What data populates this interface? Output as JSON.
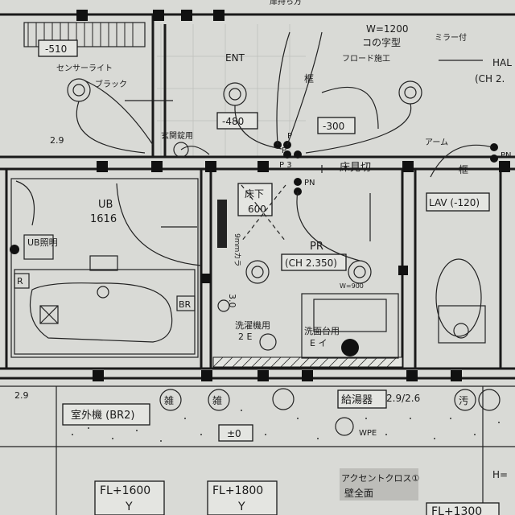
{
  "title": "",
  "colors": {
    "paper": "#d9dad6",
    "ink": "#1a1a1a",
    "accent_label": "#bdbdb9"
  },
  "labels": {
    "door_note": "扉持ち方",
    "width": "W=1200",
    "ko_shape": "コの字型",
    "flood": "フロード施工",
    "mirror": "ミラー付",
    "hall": "HAL",
    "hall_ceiling": "(CH 2.",
    "minus510": "-510",
    "sensor": "センサーライト",
    "bracket": "ブラック",
    "ent": "ENT",
    "minus480": "-480",
    "minus300": "-300",
    "frame": "框",
    "frame2": "框",
    "entrance_lock": "玄関錠用",
    "h29": "2.9",
    "p1": "P",
    "p2": "P",
    "p3": "P 3",
    "arm": "アーム",
    "pn1": "PN",
    "pn2": "PN",
    "floor_trim": "床見切",
    "ub": "UB",
    "ub_size": "1616",
    "ub_light": "UB照明",
    "r": "R",
    "br": "BR",
    "under_floor": "床下",
    "under_floor_num": "600",
    "cloth_9mm": "9mmカラ",
    "pr": "PR",
    "pr_ceiling": "(CH 2.350)",
    "w900": "W=900",
    "lav": "LAV (-120)",
    "h30": "3.0",
    "washer": "洗濯機用",
    "washer_e": "2 E",
    "basin": "洗面台用",
    "basin_e": "E イ",
    "h29b": "2.9",
    "outdoor_unit": "室外機 (BR2)",
    "misc1": "雑",
    "misc2": "雑",
    "pm0": "±0",
    "water_heater": "給湯器",
    "heater_dim": "2.9/2.6",
    "wpe": "WPE",
    "dirty": "汚",
    "accent_cloth": "アクセントクロス①",
    "whole_wall": "壁全面",
    "fl1600": "FL+1600",
    "fl1800": "FL+1800",
    "y1": "Y",
    "y2": "Y",
    "fl1300": "FL+1300",
    "h_equals": "H="
  }
}
